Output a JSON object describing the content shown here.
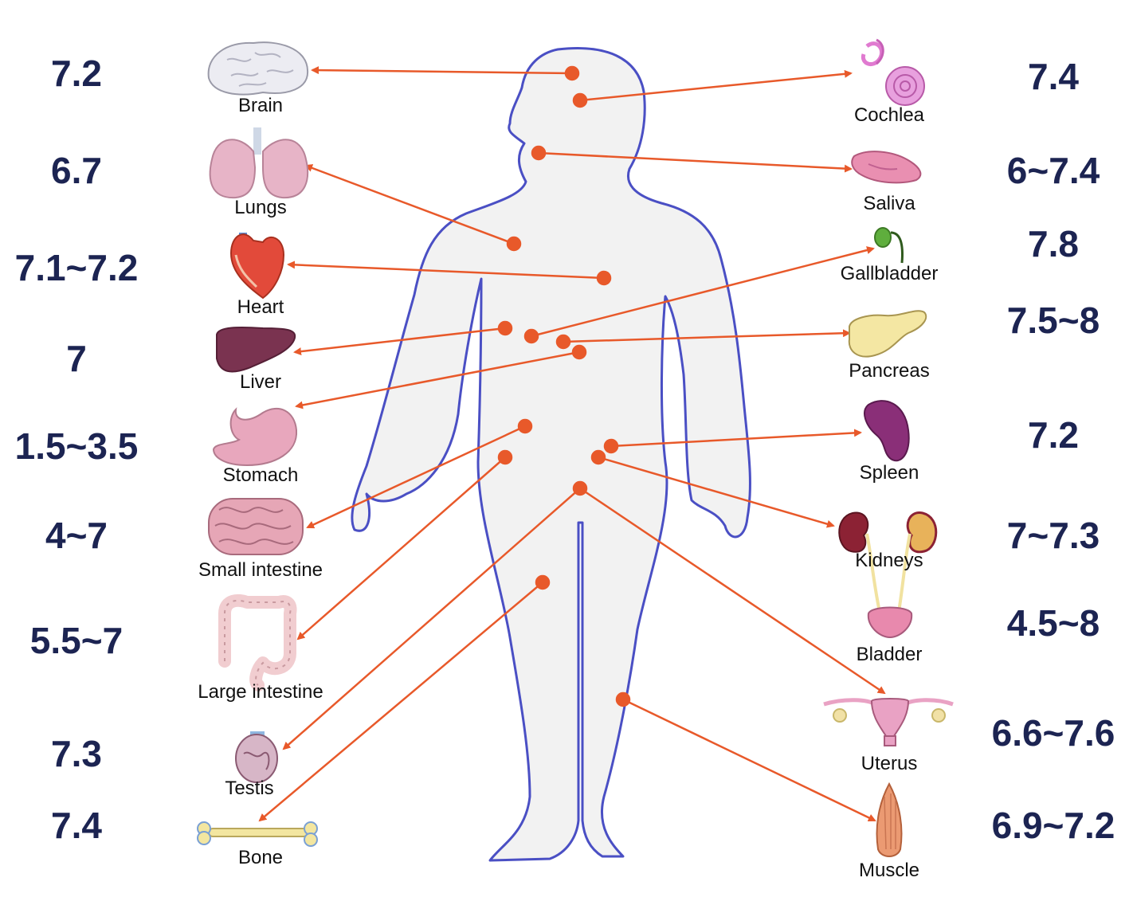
{
  "colors": {
    "body_outline": "#4a4fc4",
    "body_fill": "#f2f2f2",
    "arrow": "#e8592a",
    "value_text": "#1c2452"
  },
  "left": [
    {
      "label": "Brain",
      "ph": "7.2",
      "icon": "brain-icon",
      "color": "#ececf2"
    },
    {
      "label": "Lungs",
      "ph": "6.7",
      "icon": "lungs-icon",
      "color": "#e7b4c7"
    },
    {
      "label": "Heart",
      "ph": "7.1~7.2",
      "icon": "heart-icon",
      "color": "#e24a3a"
    },
    {
      "label": "Liver",
      "ph": "7",
      "icon": "liver-icon",
      "color": "#7a3350"
    },
    {
      "label": "Stomach",
      "ph": "1.5~3.5",
      "icon": "stomach-icon",
      "color": "#e8a7bd"
    },
    {
      "label": "Small intestine",
      "ph": "4~7",
      "icon": "small-intestine-icon",
      "color": "#e6a6b6"
    },
    {
      "label": "Large intestine",
      "ph": "5.5~7",
      "icon": "large-intestine-icon",
      "color": "#f1cdd0"
    },
    {
      "label": "Testis",
      "ph": "7.3",
      "icon": "testis-icon",
      "color": "#d7b6c7"
    },
    {
      "label": "Bone",
      "ph": "7.4",
      "icon": "bone-icon",
      "color": "#f3e6a0"
    }
  ],
  "right": [
    {
      "label": "Cochlea",
      "ph": "7.4",
      "icon": "cochlea-icon",
      "color": "#e07ad0"
    },
    {
      "label": "Saliva",
      "ph": "6~7.4",
      "icon": "saliva-gland-icon",
      "color": "#e98fb1"
    },
    {
      "label": "Gallbladder",
      "ph": "7.8",
      "icon": "gallbladder-icon",
      "color": "#5fae3d"
    },
    {
      "label": "Pancreas",
      "ph": "7.5~8",
      "icon": "pancreas-icon",
      "color": "#f4e7a3"
    },
    {
      "label": "Spleen",
      "ph": "7.2",
      "icon": "spleen-icon",
      "color": "#8a2f78"
    },
    {
      "label": "Kidneys",
      "ph": "7~7.3",
      "icon": "kidneys-icon",
      "color": "#8c2234"
    },
    {
      "label": "Bladder",
      "ph": "4.5~8",
      "icon": "bladder-icon",
      "color": "#e889ad"
    },
    {
      "label": "Uterus",
      "ph": "6.6~7.6",
      "icon": "uterus-icon",
      "color": "#e9a2c4"
    },
    {
      "label": "Muscle",
      "ph": "6.9~7.2",
      "icon": "muscle-icon",
      "color": "#eb9a72"
    }
  ]
}
